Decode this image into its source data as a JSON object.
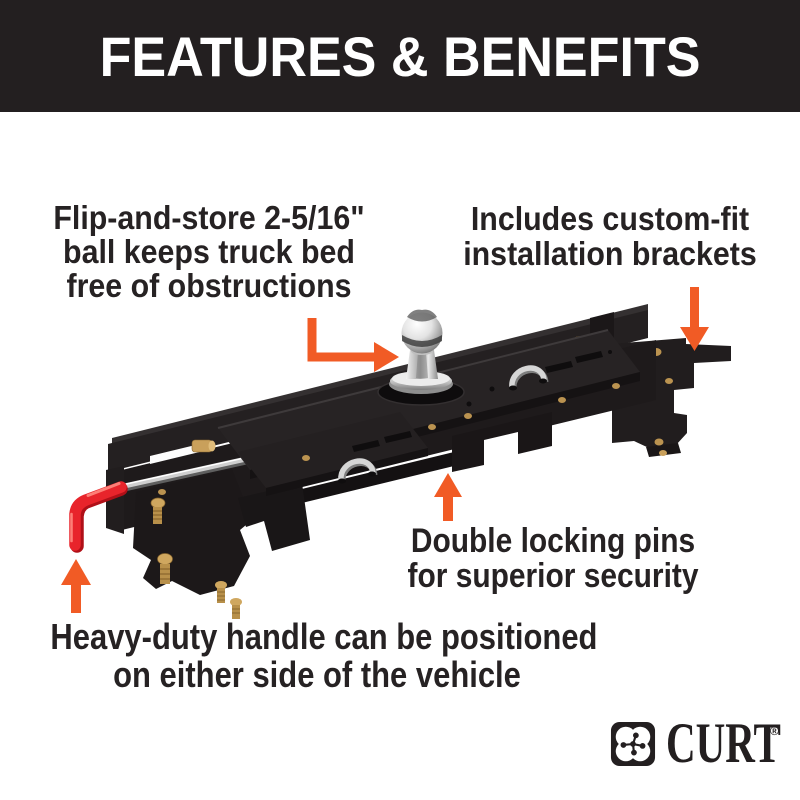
{
  "header": {
    "title": "FEATURES & BENEFITS"
  },
  "annotations": {
    "flip_ball": {
      "lines": [
        "Flip-and-store 2-5/16\"",
        "ball keeps truck bed",
        "free of obstructions"
      ]
    },
    "brackets": {
      "lines": [
        "Includes custom-fit",
        "installation brackets"
      ]
    },
    "locking_pins": {
      "lines": [
        "Double locking pins",
        "for superior security"
      ]
    },
    "handle": {
      "lines": [
        "Heavy-duty handle can be positioned",
        "on either side of the vehicle"
      ]
    }
  },
  "brand": {
    "name": "CURT",
    "trademark": "®"
  },
  "colors": {
    "header_bg": "#231f20",
    "annotation_text": "#262223",
    "arrow_orange": "#f15b25",
    "product_black": "#1e1a1b",
    "handle_red": "#e8242b",
    "brass": "#c9a05b",
    "chrome": "#d9d9d9",
    "background": "#ffffff"
  }
}
